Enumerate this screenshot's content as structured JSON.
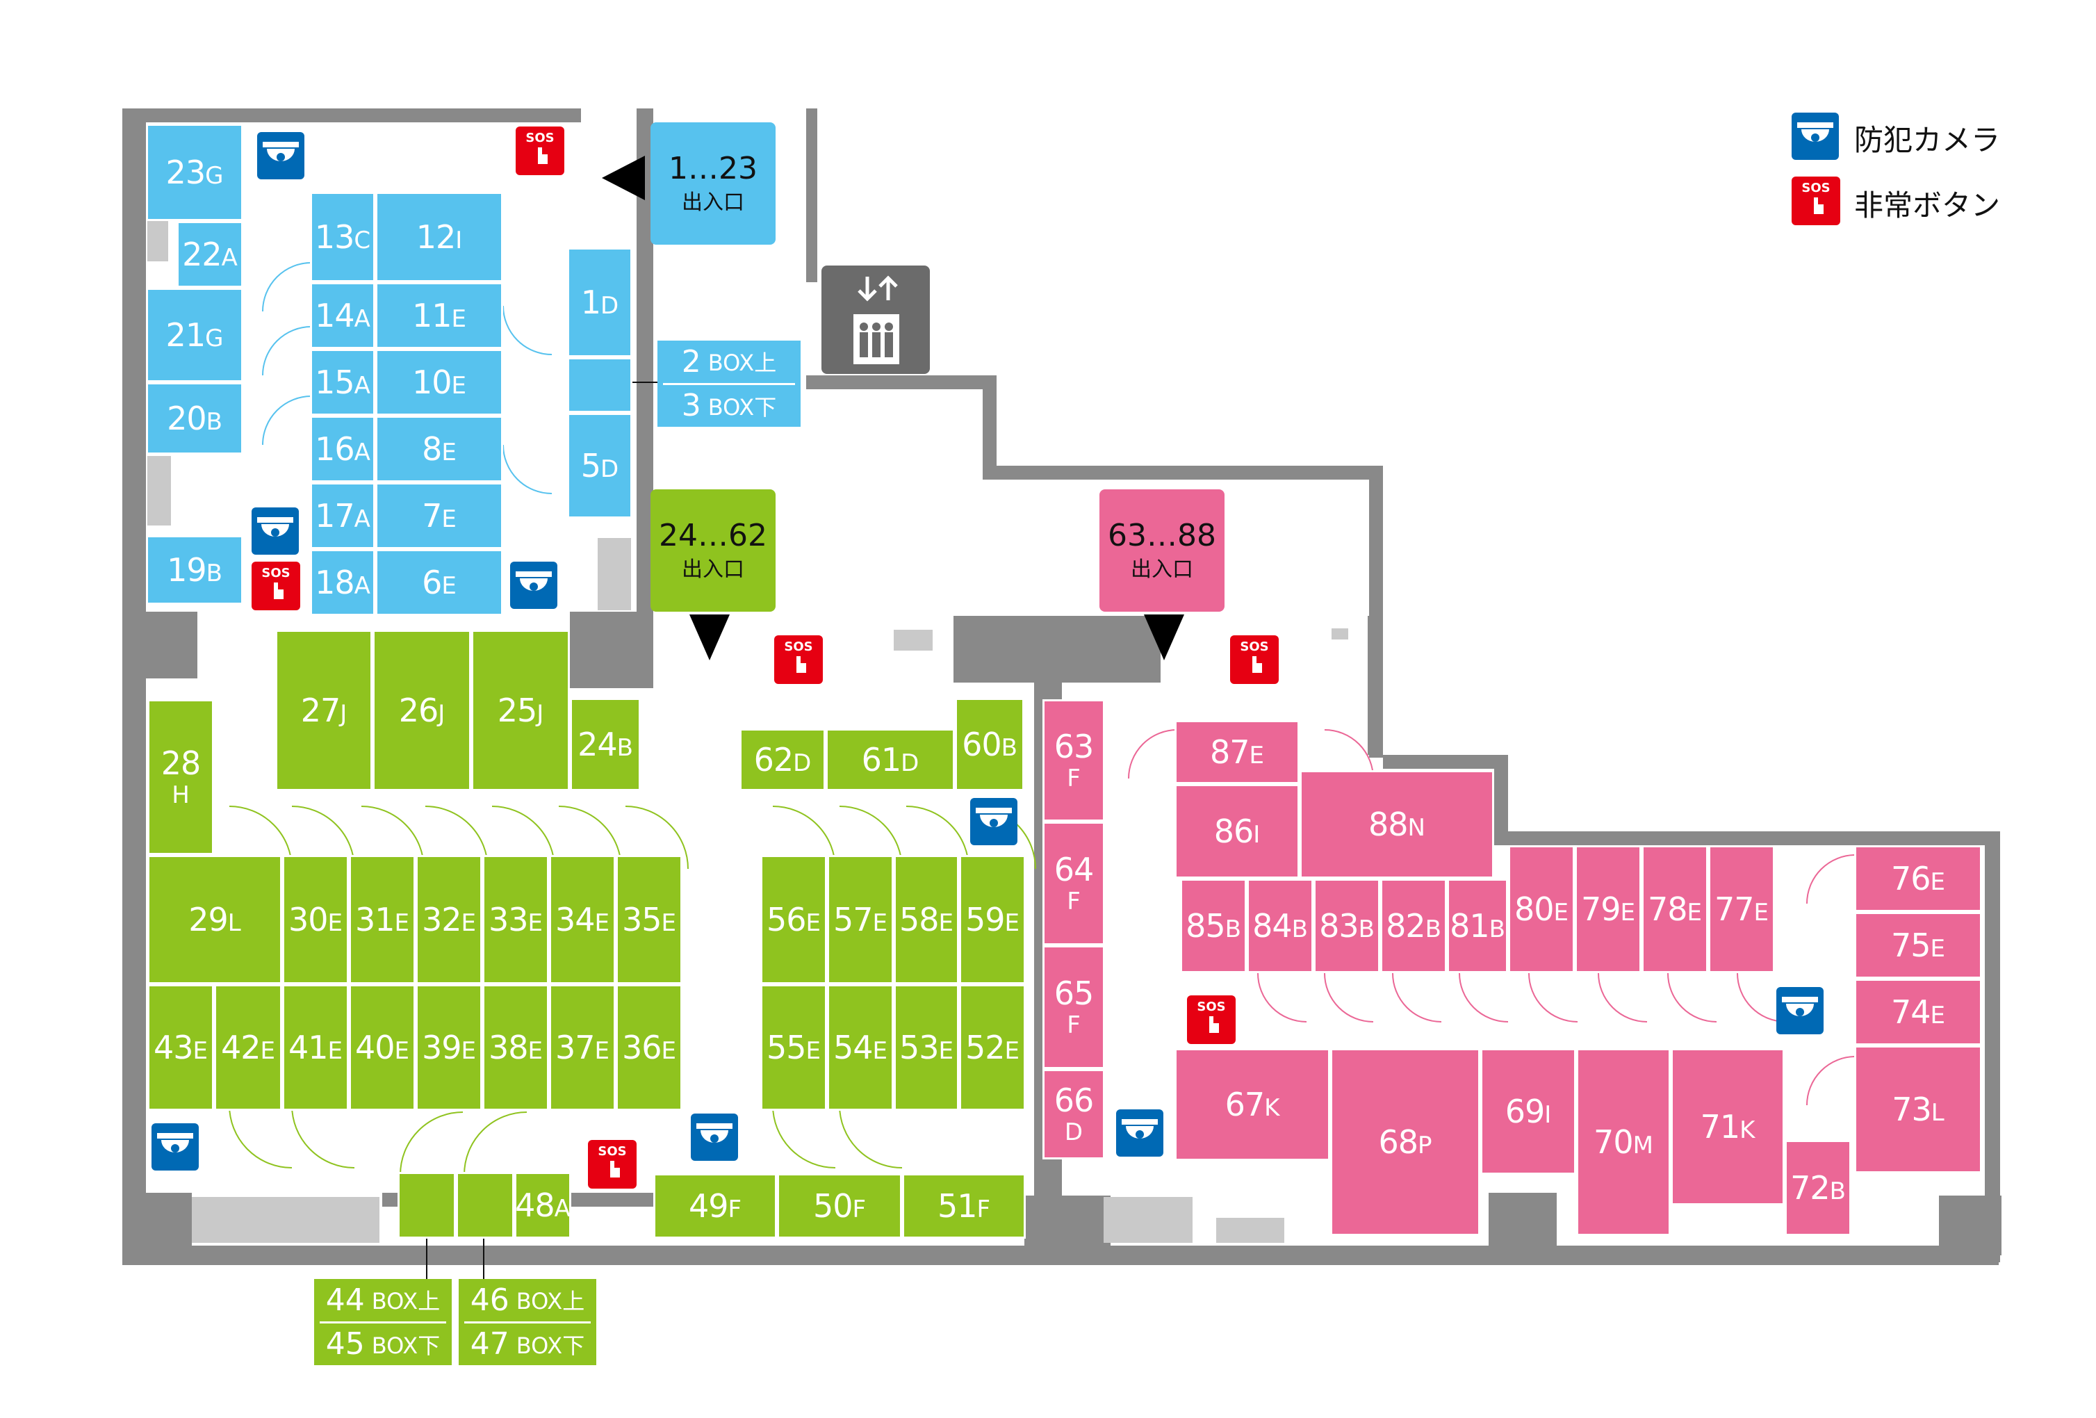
{
  "legend": {
    "camera": "防犯カメラ",
    "sos_button": "非常ボタン",
    "sos_icon_text": "SOS"
  },
  "colors": {
    "blue_zone": "#57c2ee",
    "green_zone": "#8fc31f",
    "pink_zone": "#eb6796",
    "wall": "#898989",
    "camera": "#0069b4",
    "sos": "#e60012",
    "elevator": "#6b6b6b"
  },
  "entrances": {
    "blue": {
      "range": "1…23",
      "label": "出入口"
    },
    "green": {
      "range": "24…62",
      "label": "出入口"
    },
    "pink": {
      "range": "63…88",
      "label": "出入口"
    }
  },
  "box_labels": {
    "blue_2_3": {
      "top_num": "2",
      "top_suffix": "BOX上",
      "bottom_num": "3",
      "bottom_suffix": "BOX下"
    },
    "green_44_45": {
      "top_num": "44",
      "top_suffix": "BOX上",
      "bottom_num": "45",
      "bottom_suffix": "BOX下"
    },
    "green_46_47": {
      "top_num": "46",
      "top_suffix": "BOX上",
      "bottom_num": "47",
      "bottom_suffix": "BOX下"
    }
  },
  "units": {
    "u23": {
      "num": "23",
      "size": "G"
    },
    "u22": {
      "num": "22",
      "size": "A"
    },
    "u21": {
      "num": "21",
      "size": "G"
    },
    "u20": {
      "num": "20",
      "size": "B"
    },
    "u19": {
      "num": "19",
      "size": "B"
    },
    "u13": {
      "num": "13",
      "size": "C"
    },
    "u12": {
      "num": "12",
      "size": "I"
    },
    "u14": {
      "num": "14",
      "size": "A"
    },
    "u11": {
      "num": "11",
      "size": "E"
    },
    "u15": {
      "num": "15",
      "size": "A"
    },
    "u10": {
      "num": "10",
      "size": "E"
    },
    "u16": {
      "num": "16",
      "size": "A"
    },
    "u8": {
      "num": "8",
      "size": "E"
    },
    "u17": {
      "num": "17",
      "size": "A"
    },
    "u7": {
      "num": "7",
      "size": "E"
    },
    "u18": {
      "num": "18",
      "size": "A"
    },
    "u6": {
      "num": "6",
      "size": "E"
    },
    "u1": {
      "num": "1",
      "size": "D"
    },
    "u5": {
      "num": "5",
      "size": "D"
    },
    "u27": {
      "num": "27",
      "size": "J"
    },
    "u26": {
      "num": "26",
      "size": "J"
    },
    "u25": {
      "num": "25",
      "size": "J"
    },
    "u24": {
      "num": "24",
      "size": "B"
    },
    "u28": {
      "num": "28",
      "size": "H"
    },
    "u29": {
      "num": "29",
      "size": "L"
    },
    "u30": {
      "num": "30",
      "size": "E"
    },
    "u31": {
      "num": "31",
      "size": "E"
    },
    "u32": {
      "num": "32",
      "size": "E"
    },
    "u33": {
      "num": "33",
      "size": "E"
    },
    "u34": {
      "num": "34",
      "size": "E"
    },
    "u35": {
      "num": "35",
      "size": "E"
    },
    "u43": {
      "num": "43",
      "size": "E"
    },
    "u42": {
      "num": "42",
      "size": "E"
    },
    "u41": {
      "num": "41",
      "size": "E"
    },
    "u40": {
      "num": "40",
      "size": "E"
    },
    "u39": {
      "num": "39",
      "size": "E"
    },
    "u38": {
      "num": "38",
      "size": "E"
    },
    "u37": {
      "num": "37",
      "size": "E"
    },
    "u36": {
      "num": "36",
      "size": "E"
    },
    "u48": {
      "num": "48",
      "size": "A"
    },
    "u62": {
      "num": "62",
      "size": "D"
    },
    "u61": {
      "num": "61",
      "size": "D"
    },
    "u60": {
      "num": "60",
      "size": "B"
    },
    "u56": {
      "num": "56",
      "size": "E"
    },
    "u57": {
      "num": "57",
      "size": "E"
    },
    "u58": {
      "num": "58",
      "size": "E"
    },
    "u59": {
      "num": "59",
      "size": "E"
    },
    "u55": {
      "num": "55",
      "size": "E"
    },
    "u54": {
      "num": "54",
      "size": "E"
    },
    "u53": {
      "num": "53",
      "size": "E"
    },
    "u52": {
      "num": "52",
      "size": "E"
    },
    "u49": {
      "num": "49",
      "size": "F"
    },
    "u50": {
      "num": "50",
      "size": "F"
    },
    "u51": {
      "num": "51",
      "size": "F"
    },
    "u63": {
      "num": "63",
      "size": "F"
    },
    "u64": {
      "num": "64",
      "size": "F"
    },
    "u65": {
      "num": "65",
      "size": "F"
    },
    "u66": {
      "num": "66",
      "size": "D"
    },
    "u87": {
      "num": "87",
      "size": "E"
    },
    "u86": {
      "num": "86",
      "size": "I"
    },
    "u88": {
      "num": "88",
      "size": "N"
    },
    "u85": {
      "num": "85",
      "size": "B"
    },
    "u84": {
      "num": "84",
      "size": "B"
    },
    "u83": {
      "num": "83",
      "size": "B"
    },
    "u82": {
      "num": "82",
      "size": "B"
    },
    "u81": {
      "num": "81",
      "size": "B"
    },
    "u80": {
      "num": "80",
      "size": "E"
    },
    "u79": {
      "num": "79",
      "size": "E"
    },
    "u78": {
      "num": "78",
      "size": "E"
    },
    "u77": {
      "num": "77",
      "size": "E"
    },
    "u76": {
      "num": "76",
      "size": "E"
    },
    "u75": {
      "num": "75",
      "size": "E"
    },
    "u74": {
      "num": "74",
      "size": "E"
    },
    "u73": {
      "num": "73",
      "size": "L"
    },
    "u67": {
      "num": "67",
      "size": "K"
    },
    "u68": {
      "num": "68",
      "size": "P"
    },
    "u69": {
      "num": "69",
      "size": "I"
    },
    "u70": {
      "num": "70",
      "size": "M"
    },
    "u71": {
      "num": "71",
      "size": "K"
    },
    "u72": {
      "num": "72",
      "size": "B"
    }
  }
}
